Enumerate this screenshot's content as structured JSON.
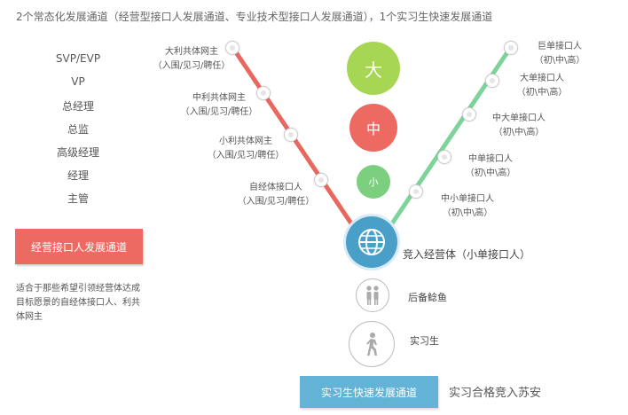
{
  "header": "2个常态化发展通道（经营型接口人发展通道、专业技术型接口人发展通道），1个实习生快速发展通道",
  "ranks": [
    "SVP/EVP",
    "VP",
    "总经理",
    "总监",
    "高级经理",
    "经理",
    "主管"
  ],
  "left_channel": {
    "button": "经营接口人发展通道",
    "description": "适合于那些希望引领经营体达成目标愿景的自经体接口人、利共体网主"
  },
  "left_nodes": [
    {
      "title": "大利共体网主",
      "sub": "（入围/见习/聘任）"
    },
    {
      "title": "中利共体网主",
      "sub": "（入围/见习/聘任）"
    },
    {
      "title": "小利共体网主",
      "sub": "（入围/见习/聘任）"
    },
    {
      "title": "自经体接口人",
      "sub": "（入围/见习/聘任）"
    }
  ],
  "right_nodes": [
    {
      "title": "巨单接口人",
      "sub": "（初\\中\\高）"
    },
    {
      "title": "大单接口人",
      "sub": "（初\\中\\高）"
    },
    {
      "title": "中大单接口人",
      "sub": "（初\\中\\高）"
    },
    {
      "title": "中单接口人",
      "sub": "（初\\中\\高）"
    },
    {
      "title": "中小单接口人",
      "sub": "（初\\中\\高）"
    }
  ],
  "sizes": [
    {
      "label": "大",
      "color": "#a6d653"
    },
    {
      "label": "中",
      "color": "#ec6a62"
    },
    {
      "label": "小",
      "color": "#7ccf7e"
    }
  ],
  "colors": {
    "left_line": "#e8685f",
    "right_line": "#7ed39a",
    "globe": "#4a9fc9"
  },
  "center": {
    "entry": "竞入经营体（小单接口人）",
    "reserve": "后备鲶鱼",
    "intern": "实习生"
  },
  "bottom": {
    "button": "实习生快速发展通道",
    "note": "实习合格竞入苏安"
  }
}
